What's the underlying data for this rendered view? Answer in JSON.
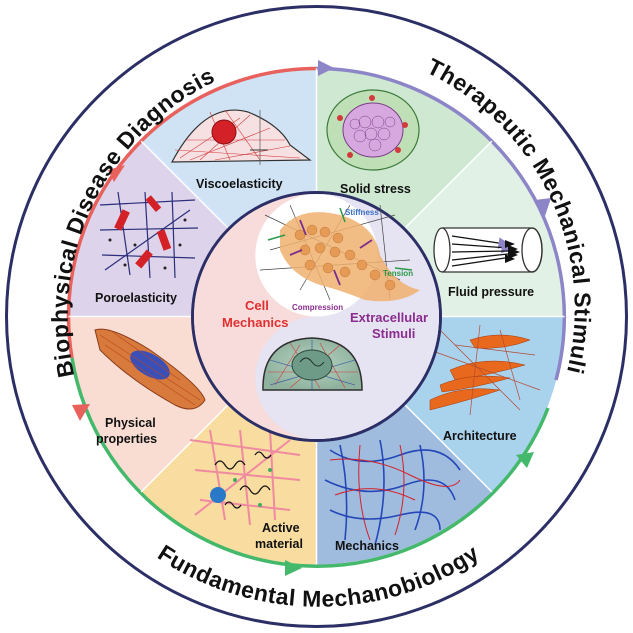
{
  "outer_titles": {
    "left": "Biophysical Disease Diagnosis",
    "right": "Therapeutic Mechanical Stimuli",
    "bottom": "Fundamental Mechanobiology"
  },
  "segments": [
    {
      "label": "Viscoelasticity"
    },
    {
      "label": "Poroelasticity"
    },
    {
      "label_line1": "Physical",
      "label_line2": "properties"
    },
    {
      "label_line1": "Active",
      "label_line2": "material"
    },
    {
      "label": "Mechanics"
    },
    {
      "label": "Architecture"
    },
    {
      "label": "Fluid pressure"
    },
    {
      "label": "Solid stress"
    }
  ],
  "center": {
    "cell_line1": "Cell",
    "cell_line2": "Mechanics",
    "ecm_line1": "Extracellular",
    "ecm_line2": "Stimuli",
    "stiffness": "Stiffness",
    "tension": "Tension",
    "compression": "Compression"
  },
  "colors": {
    "left_arrow": "#e8615d",
    "right_arrow": "#8c86c8",
    "bottom_arrow": "#44b86b",
    "ring": "#3a3f7a",
    "cell_red": "#e03030",
    "ecm_purple": "#8a2d8f"
  }
}
